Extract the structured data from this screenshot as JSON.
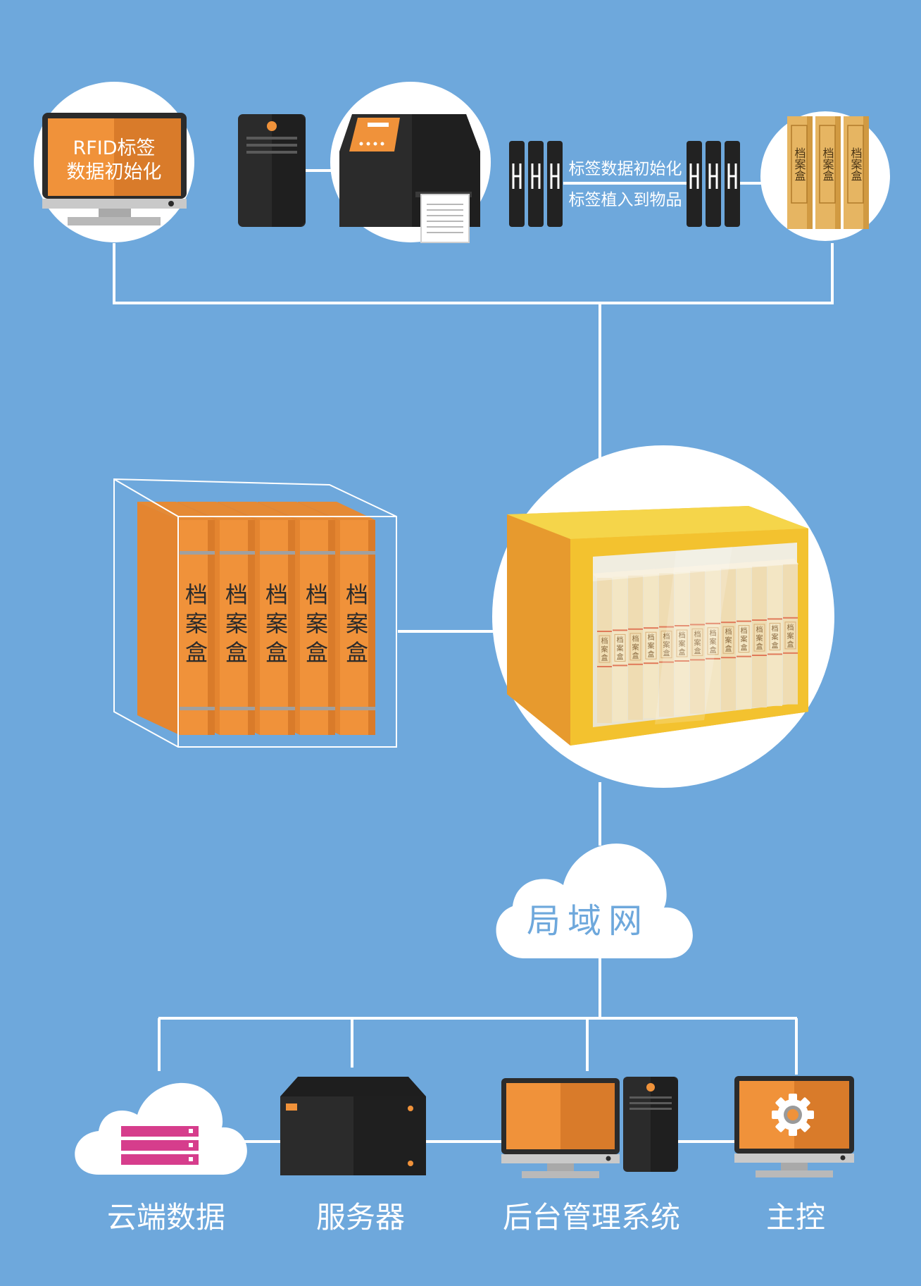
{
  "colors": {
    "background": "#6ea8dc",
    "line": "#ffffff",
    "orange": "#f0923a",
    "orange_dark": "#d97b2a",
    "dark": "#2b2b2b",
    "yellow": "#f3c22f",
    "kraft": "#e6b562",
    "magenta": "#d63d8c"
  },
  "top": {
    "monitor_text_line1": "RFID标签",
    "monitor_text_line2": "数据初始化",
    "process_line1": "标签数据初始化",
    "process_line2": "标签植入到物品",
    "archive_label": "档案盒"
  },
  "middle": {
    "box_label": "档案盒",
    "box_count": 5,
    "cabinet_label": "档案盒",
    "cabinet_files": 13
  },
  "network": {
    "lan_label": "局域网"
  },
  "bottom": {
    "cloud_label": "云端数据",
    "server_label": "服务器",
    "backend_label": "后台管理系统",
    "master_label": "主控"
  }
}
